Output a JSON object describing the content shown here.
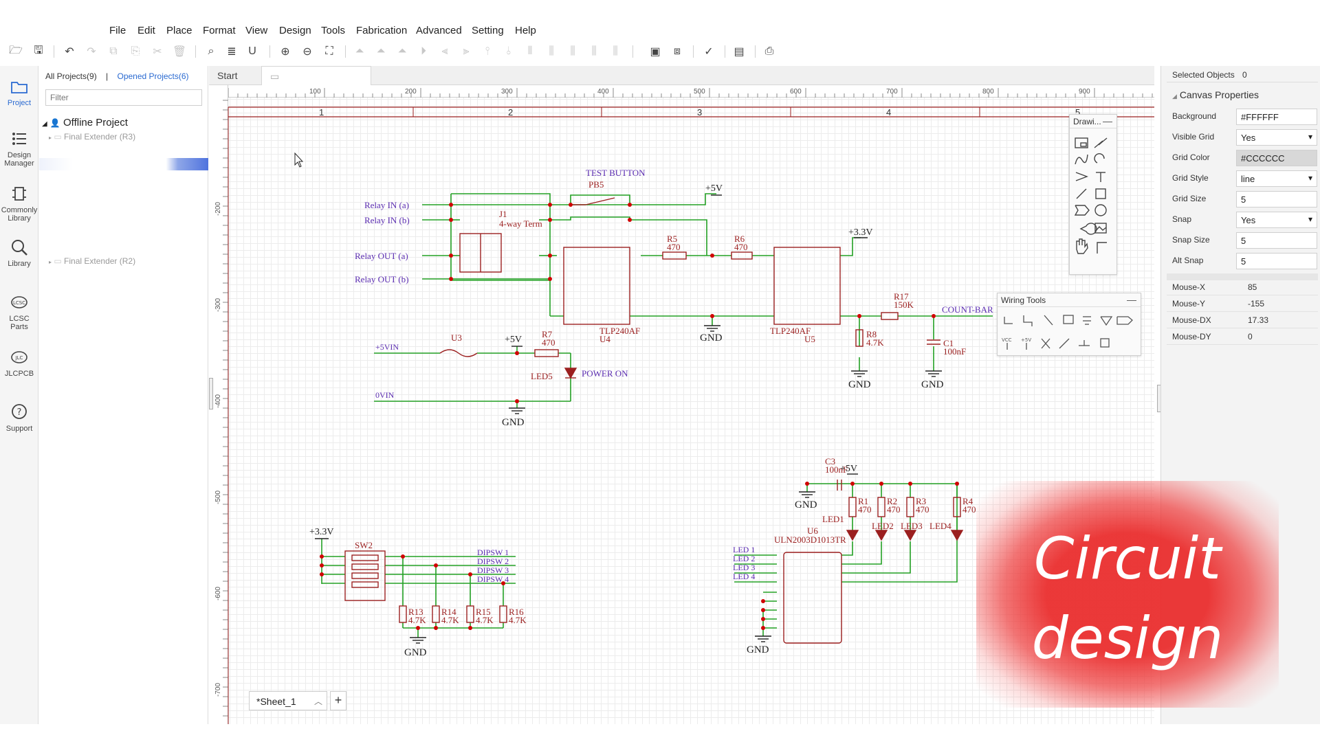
{
  "menu": [
    "File",
    "Edit",
    "Place",
    "Format",
    "View",
    "Design",
    "Tools",
    "Fabrication",
    "Advanced",
    "Setting",
    "Help"
  ],
  "sidebar": {
    "items": [
      {
        "label": "Project",
        "icon": "project-icon"
      },
      {
        "label": "Design Manager",
        "icon": "design-manager-icon"
      },
      {
        "label": "Commonly Library",
        "icon": "commonly-library-icon"
      },
      {
        "label": "Library",
        "icon": "library-search-icon"
      },
      {
        "label": "LCSC Parts",
        "icon": "lcsc-icon"
      },
      {
        "label": "JLCPCB",
        "icon": "jlcpcb-icon"
      },
      {
        "label": "Support",
        "icon": "help-icon"
      }
    ]
  },
  "projects": {
    "all_tab": "All Projects(9)",
    "separator": "|",
    "opened_tab": "Opened Projects(6)",
    "filter_placeholder": "Filter",
    "root": "Offline Project",
    "items": [
      "Final Extender (R3)",
      "Final Extender (R2)"
    ]
  },
  "tabs": {
    "start": "Start"
  },
  "ruler": {
    "top_ticks": [
      "100",
      "200",
      "300",
      "400",
      "500",
      "600",
      "700",
      "800",
      "900"
    ],
    "left_ticks": [
      "-200",
      "-300",
      "-400",
      "-500",
      "-600",
      "-700"
    ],
    "zones": [
      "1",
      "2",
      "3",
      "4",
      "5"
    ]
  },
  "schematic": {
    "labels": [
      "TEST BUTTON",
      "PB5",
      "+5V",
      "Relay IN (a)",
      "Relay IN (b)",
      "J1",
      "4-way Term",
      "Relay OUT (a)",
      "Relay OUT (b)",
      "R5",
      "470",
      "R6",
      "470",
      "+3.3V",
      "TLP240AF",
      "U4",
      "TLP240AF",
      "U5",
      "GND",
      "R17",
      "150K",
      "COUNT-BAR",
      "R8",
      "4.7K",
      "C1",
      "100nF",
      "GND",
      "GND",
      "+5VIN",
      "U3",
      "+5V",
      "R7",
      "470",
      "LED5",
      "POWER ON",
      "0VIN",
      "GND",
      "C3",
      "100nF",
      "+5V",
      "GND",
      "R1",
      "470",
      "R2",
      "470",
      "R3",
      "470",
      "R4",
      "470",
      "LED1",
      "LED2",
      "LED3",
      "LED4",
      "U6",
      "ULN2003D1013TR",
      "LED 1",
      "LED 2",
      "LED 3",
      "LED 4",
      "GND",
      "+3.3V",
      "SW2",
      "DIPSW 1",
      "DIPSW 2",
      "DIPSW 3",
      "DIPSW 4",
      "R13",
      "4.7K",
      "R14",
      "4.7K",
      "R15",
      "4.7K",
      "R16",
      "4.7K",
      "GND"
    ]
  },
  "palettes": {
    "drawing": {
      "title": "Drawi...",
      "minimize": "—"
    },
    "wiring": {
      "title": "Wiring Tools",
      "minimize": "—"
    }
  },
  "sheet": {
    "name": "*Sheet_1",
    "add": "+"
  },
  "right_panel": {
    "selected_label": "Selected Objects",
    "selected_count": "0",
    "canvas_title": "Canvas Properties",
    "props": [
      {
        "label": "Background",
        "value": "#FFFFFF",
        "kind": "text"
      },
      {
        "label": "Visible Grid",
        "value": "Yes",
        "kind": "select"
      },
      {
        "label": "Grid Color",
        "value": "#CCCCCC",
        "kind": "gray"
      },
      {
        "label": "Grid Style",
        "value": "line",
        "kind": "select"
      },
      {
        "label": "Grid Size",
        "value": "5",
        "kind": "text"
      },
      {
        "label": "Snap",
        "value": "Yes",
        "kind": "select"
      },
      {
        "label": "Snap Size",
        "value": "5",
        "kind": "text"
      },
      {
        "label": "Alt Snap",
        "value": "5",
        "kind": "text"
      }
    ],
    "mouse": [
      {
        "label": "Mouse-X",
        "value": "85"
      },
      {
        "label": "Mouse-Y",
        "value": "-155"
      },
      {
        "label": "Mouse-DX",
        "value": "17.33"
      },
      {
        "label": "Mouse-DY",
        "value": "0"
      }
    ]
  },
  "banner": {
    "line1": "Circuit",
    "line2": "design"
  },
  "colors": {
    "wire": "#22a023",
    "part": "#9b1f1f",
    "net_label": "#5a2cb0",
    "junction": "#d00000",
    "banner": "#ea2e2e",
    "accent": "#2a6ad1"
  }
}
